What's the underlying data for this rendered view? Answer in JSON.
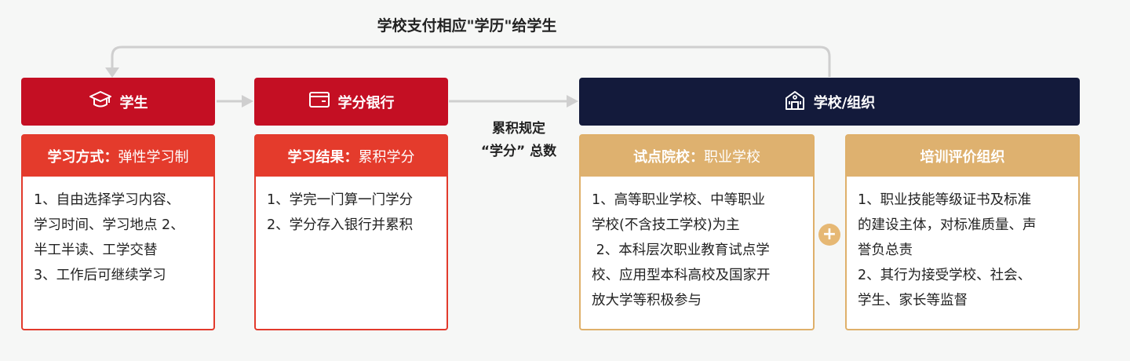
{
  "top_label": "学校支付相应\"学历\"给学生",
  "mid_label": {
    "line1": "累积规定",
    "line2": "“学分” 总数"
  },
  "headers": {
    "student": "学生",
    "bank": "学分银行",
    "school": "学校/组织"
  },
  "cards": {
    "student": {
      "cap_key": "学习方式：",
      "cap_val": "弹性学习制",
      "lines": [
        "1、自由选择学习内容、",
        "学习时间、学习地点 2、",
        "半工半读、工学交替",
        "3、工作后可继续学习"
      ]
    },
    "bank": {
      "cap_key": "学习结果：",
      "cap_val": "累积学分",
      "lines": [
        "1、学完一门算一门学分",
        "2、学分存入银行并累积"
      ]
    },
    "pilot": {
      "cap_key": "试点院校：",
      "cap_val": "职业学校",
      "lines": [
        "1、高等职业学校、中等职业",
        "学校(不含技工学校)为主",
        " 2、本科层次职业教育试点学",
        "校、应用型本科高校及国家开",
        "放大学等积极参与"
      ]
    },
    "training": {
      "cap_key": "培训评价组织",
      "cap_val": "",
      "lines": [
        "1、职业技能等级证书及标准",
        "的建设主体，对标准质量、声",
        "誉负总责",
        "2、其行为接受学校、社会、",
        "学生、家长等监督"
      ]
    }
  },
  "plus_symbol": "+",
  "colors": {
    "red": "#c40f23",
    "light_red": "#e43b2c",
    "navy": "#131a3b",
    "gold": "#deb16f",
    "arrow": "#cfcfcf"
  },
  "icons": [
    "graduation-cap-icon",
    "wallet-icon",
    "building-icon"
  ]
}
